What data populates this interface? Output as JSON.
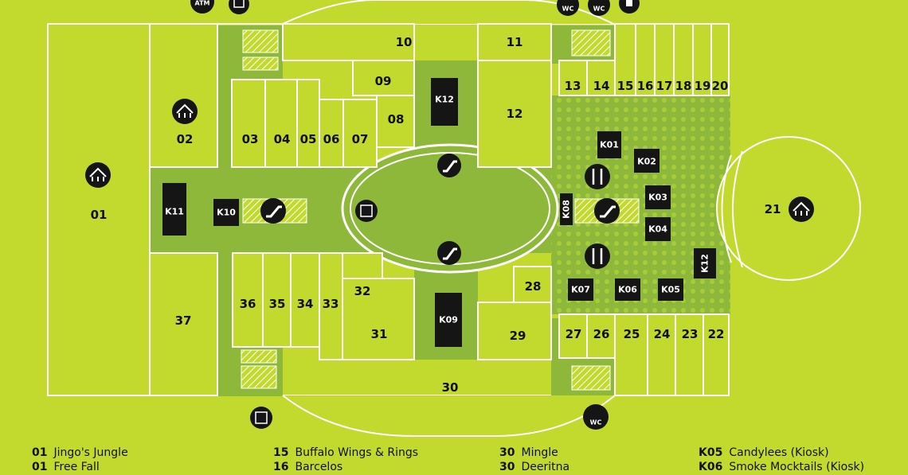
{
  "units": {
    "u01": "01",
    "u02": "02",
    "u03": "03",
    "u04": "04",
    "u05": "05",
    "u06": "06",
    "u07": "07",
    "u08": "08",
    "u09": "09",
    "u10": "10",
    "u11": "11",
    "u12": "12",
    "u13": "13",
    "u14": "14",
    "u15": "15",
    "u16": "16",
    "u17": "17",
    "u18": "18",
    "u19": "19",
    "u20": "20",
    "u21": "21",
    "u22": "22",
    "u23": "23",
    "u24": "24",
    "u25": "25",
    "u26": "26",
    "u27": "27",
    "u28": "28",
    "u29": "29",
    "u30": "30",
    "u31": "31",
    "u32": "32",
    "u33": "33",
    "u34": "34",
    "u35": "35",
    "u36": "36",
    "u37": "37"
  },
  "kiosks": {
    "k01": "K01",
    "k02": "K02",
    "k03": "K03",
    "k04": "K04",
    "k05": "K05",
    "k06": "K06",
    "k07": "K07",
    "k08": "K08",
    "k09": "K09",
    "k10": "K10",
    "k11": "K11",
    "k12a": "K12",
    "k12b": "K12"
  },
  "icons": {
    "atm": "ATM",
    "wc": "WC"
  },
  "legend": [
    {
      "code": "01",
      "name": "Jingo's Jungle"
    },
    {
      "code": "01",
      "name": "Free Fall"
    },
    {
      "code": "15",
      "name": "Buffalo Wings & Rings"
    },
    {
      "code": "16",
      "name": "Barcelos"
    },
    {
      "code": "30",
      "name": "Mingle"
    },
    {
      "code": "30",
      "name": "Deeritna"
    },
    {
      "code": "K05",
      "name": "Candylees (Kiosk)"
    },
    {
      "code": "K06",
      "name": "Smoke Mocktails (Kiosk)"
    }
  ],
  "colors": {
    "background": "#c2d92e",
    "corridor": "#8db83a",
    "kiosk": "#151515",
    "outline": "#ffffff"
  }
}
